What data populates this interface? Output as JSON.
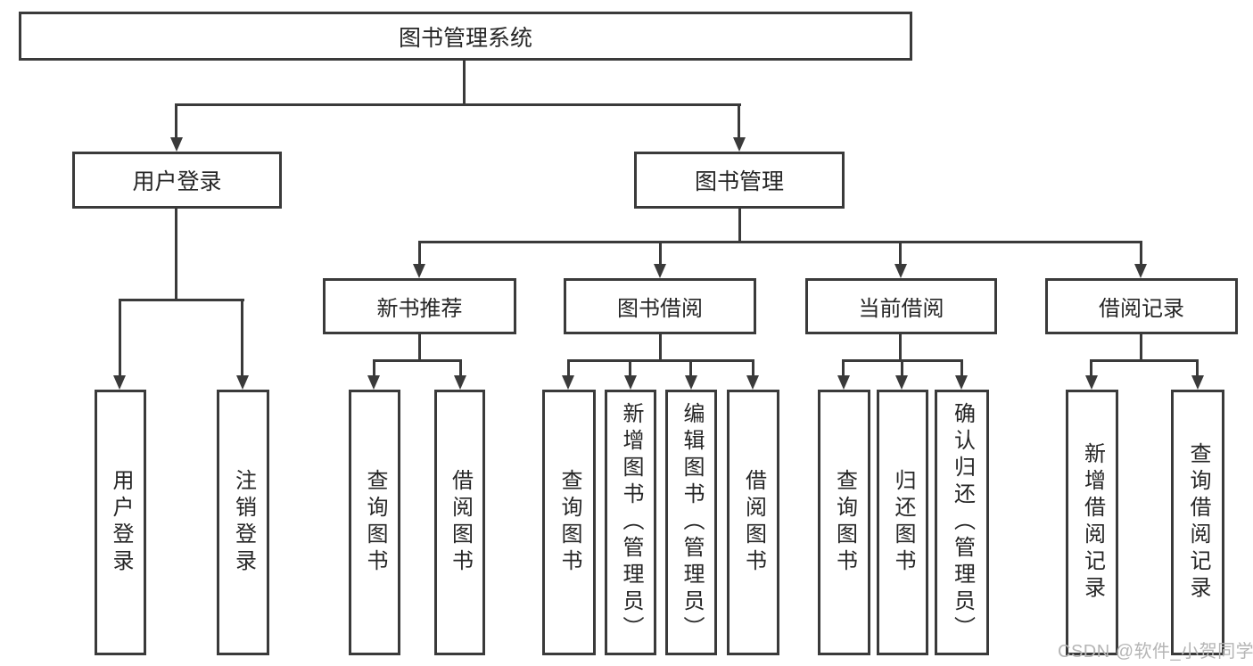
{
  "diagram": {
    "root": {
      "label": "图书管理系统"
    },
    "branches": [
      {
        "label": "用户登录",
        "children": [
          "用户登录",
          "注销登录"
        ]
      },
      {
        "label": "图书管理",
        "groups": [
          {
            "label": "新书推荐",
            "leaves": [
              "查询图书",
              "借阅图书"
            ]
          },
          {
            "label": "图书借阅",
            "leaves": [
              "查询图书",
              "新增图书（管理员）",
              "编辑图书（管理员）",
              "借阅图书"
            ]
          },
          {
            "label": "当前借阅",
            "leaves": [
              "查询图书",
              "归还图书",
              "确认归还（管理员）"
            ]
          },
          {
            "label": "借阅记录",
            "leaves": [
              "新增借阅记录",
              "查询借阅记录"
            ]
          }
        ]
      }
    ],
    "watermark": {
      "text": "CSDN @软件_小贺同学"
    },
    "colors": {
      "line": "#3a3a3a",
      "text": "#262626",
      "watermark": "#b5b5b5",
      "background": "#ffffff"
    }
  }
}
